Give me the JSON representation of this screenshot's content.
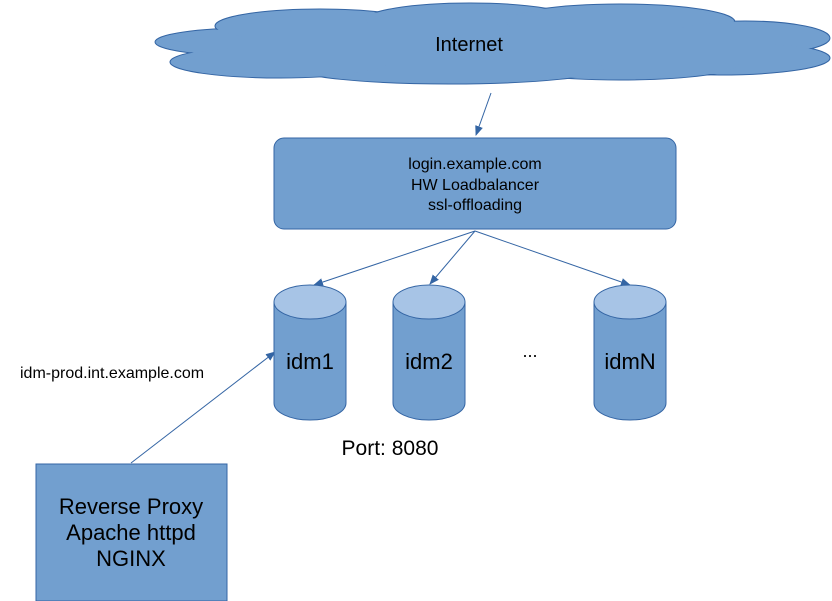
{
  "colors": {
    "node_fill": "#729fcf",
    "node_stroke": "#3465a4",
    "cylinder_top": "#a7c4e6",
    "arrow": "#3465a4",
    "text": "#000000"
  },
  "cloud": {
    "label": "Internet"
  },
  "loadbalancer": {
    "line1": "login.example.com",
    "line2": "HW Loadbalancer",
    "line3": "ssl-offloading"
  },
  "servers": [
    {
      "label": "idm1"
    },
    {
      "label": "idm2"
    },
    {
      "label": "idmN"
    }
  ],
  "ellipsis": "...",
  "port_label": "Port: 8080",
  "proxy_link_label": "idm-prod.int.example.com",
  "proxy": {
    "line1": "Reverse Proxy",
    "line2": "Apache httpd",
    "line3": "NGINX"
  }
}
